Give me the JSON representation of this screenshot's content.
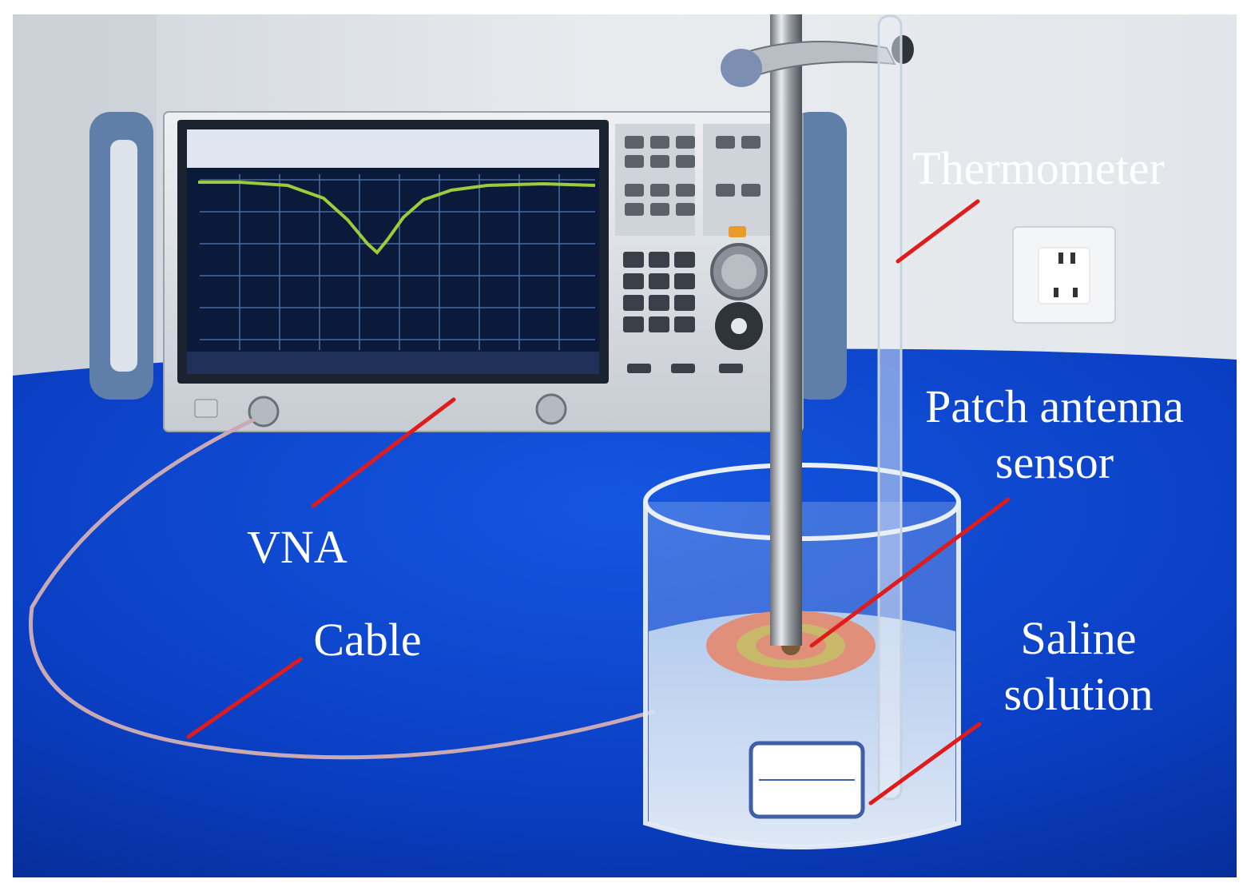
{
  "figure": {
    "labels": {
      "thermometer": "Thermometer",
      "patch_line1": "Patch antenna",
      "patch_line2": "sensor",
      "vna": "VNA",
      "cable": "Cable",
      "saline_line1": "Saline",
      "saline_line2": "solution"
    },
    "colors": {
      "tablecloth": "#0a3fc4",
      "wall": "#e6e9ec",
      "instrument_body": "#d9dde2",
      "instrument_handle": "#5f7fa8",
      "screen_bg": "#0b1a3a",
      "trace": "#9ccc3c",
      "leader_line": "#e01b1b",
      "label_text": "#ffffff",
      "cable": "#c9a9b4",
      "antenna_ring": "#e0907a"
    }
  }
}
